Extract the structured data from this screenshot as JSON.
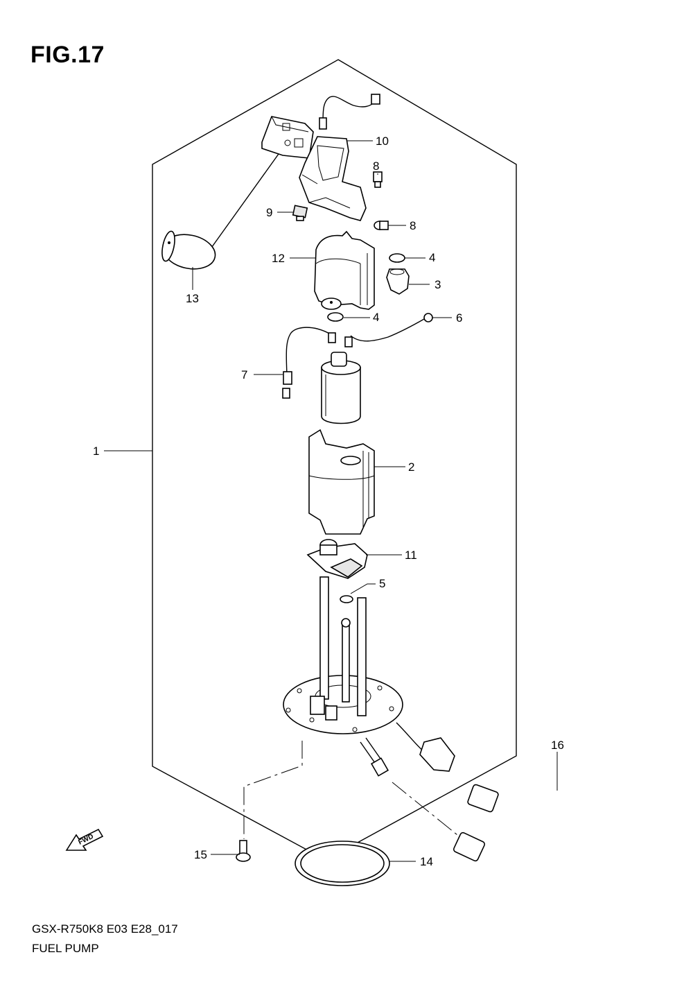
{
  "figure": {
    "title": "FIG.17",
    "model_code": "GSX-R750K8 E03 E28_017",
    "part_name": "FUEL PUMP"
  },
  "fwd_label": "FWD",
  "callouts": [
    {
      "id": "c1",
      "label": "1"
    },
    {
      "id": "c2",
      "label": "2"
    },
    {
      "id": "c3",
      "label": "3"
    },
    {
      "id": "c4a",
      "label": "4"
    },
    {
      "id": "c4b",
      "label": "4"
    },
    {
      "id": "c5",
      "label": "5"
    },
    {
      "id": "c6",
      "label": "6"
    },
    {
      "id": "c7",
      "label": "7"
    },
    {
      "id": "c8a",
      "label": "8"
    },
    {
      "id": "c8b",
      "label": "8"
    },
    {
      "id": "c9",
      "label": "9"
    },
    {
      "id": "c10",
      "label": "10"
    },
    {
      "id": "c11",
      "label": "11"
    },
    {
      "id": "c12",
      "label": "12"
    },
    {
      "id": "c13",
      "label": "13"
    },
    {
      "id": "c14",
      "label": "14"
    },
    {
      "id": "c15",
      "label": "15"
    },
    {
      "id": "c16",
      "label": "16"
    }
  ]
}
